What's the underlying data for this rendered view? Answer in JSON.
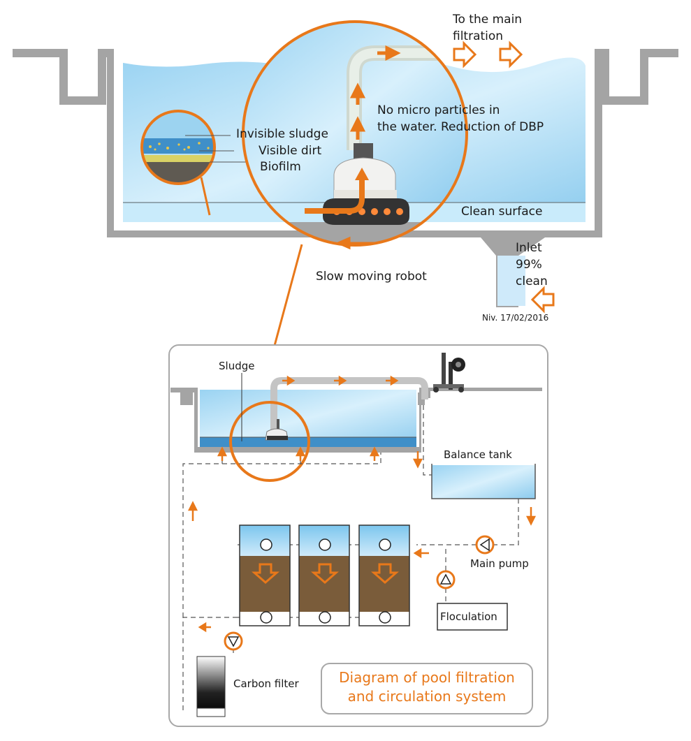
{
  "top_diagram": {
    "main_filtration_line1": "To the main",
    "main_filtration_line2": "filtration",
    "no_particles_line1": "No micro particles in",
    "no_particles_line2": "the water. Reduction of DBP",
    "invisible_sludge": "Invisible sludge",
    "visible_dirt": "Visible dirt",
    "biofilm": "Biofilm",
    "clean_surface": "Clean surface",
    "inlet_line1": "Inlet",
    "inlet_line2": "99%",
    "inlet_line3": "clean",
    "slow_robot": "Slow moving robot",
    "date": "Niv. 17/02/2016"
  },
  "bottom_diagram": {
    "sludge": "Sludge",
    "balance_tank": "Balance tank",
    "main_pump": "Main pump",
    "floculation": "Floculation",
    "carbon_filter": "Carbon filter",
    "title_line1": "Diagram of pool filtration",
    "title_line2": "and circulation system"
  },
  "colors": {
    "accent": "#e8781a",
    "water": "#a9d8f2",
    "wall": "#a4a4a4",
    "sludge_bed": "#7a5c3a"
  }
}
